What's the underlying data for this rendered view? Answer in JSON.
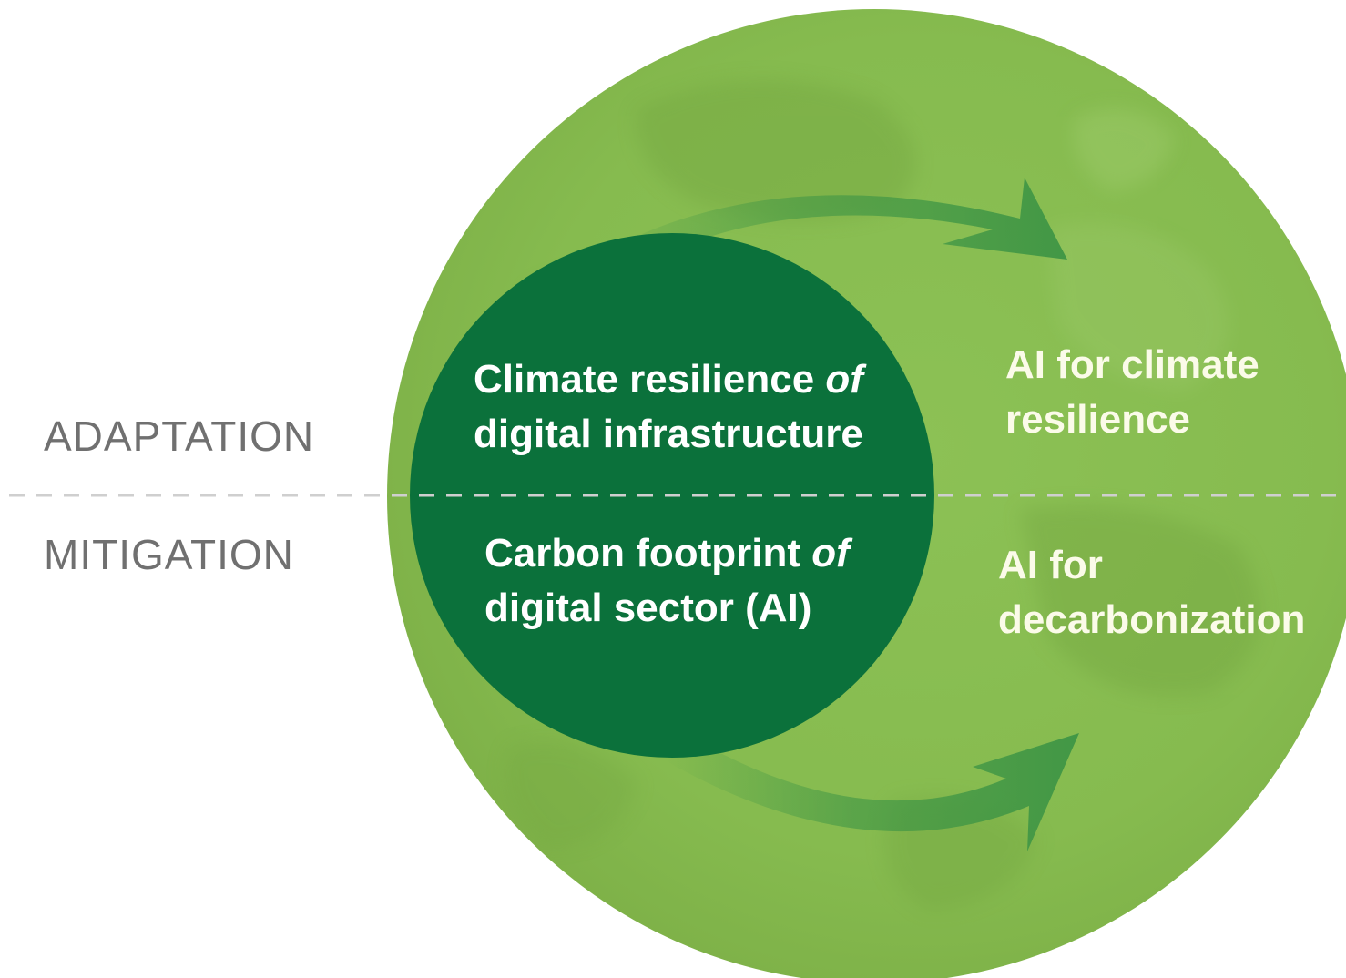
{
  "colors": {
    "background": "#ffffff",
    "globe": "#86bb4f",
    "inner_circle": "#0b713b",
    "arrow": "#3e9545",
    "divider": "#cfcfcf",
    "side_label": "#707070",
    "inner_text": "#ffffff",
    "outer_text": "#fbfbe9"
  },
  "side_labels": {
    "adaptation": "ADAPTATION",
    "mitigation": "MITIGATION"
  },
  "inner": {
    "adaptation": {
      "line1_text": "Climate resilience ",
      "line1_emphasis": "of",
      "line2": "digital infrastructure"
    },
    "mitigation": {
      "line1_text": "Carbon footprint ",
      "line1_emphasis": "of",
      "line2": "digital sector (AI)"
    }
  },
  "outer": {
    "adaptation": {
      "line1": "AI for climate",
      "line2": "resilience"
    },
    "mitigation": {
      "line1": "AI for",
      "line2": "decarbonization"
    }
  },
  "icons": {
    "globe": "earth-globe-icon",
    "arrows": "curved-arrow-icon"
  }
}
